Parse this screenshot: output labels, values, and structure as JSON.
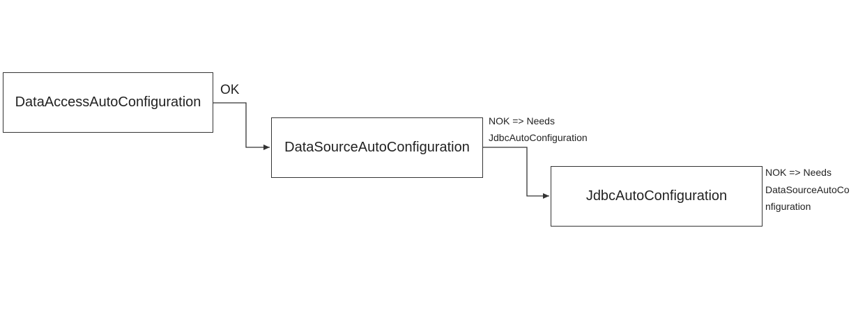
{
  "nodes": {
    "data_access": "DataAccessAutoConfiguration",
    "data_source": "DataSourceAutoConfiguration",
    "jdbc": "JdbcAutoConfiguration"
  },
  "edges": {
    "access_to_source_label": "OK",
    "source_to_jdbc_label": [
      "NOK => Needs",
      "JdbcAutoConfiguration"
    ],
    "jdbc_note_label": [
      "NOK => Needs",
      "DataSourceAutoCo",
      "nfiguration"
    ]
  },
  "colors": {
    "line": "#333333",
    "text": "#222222",
    "background": "#ffffff"
  }
}
